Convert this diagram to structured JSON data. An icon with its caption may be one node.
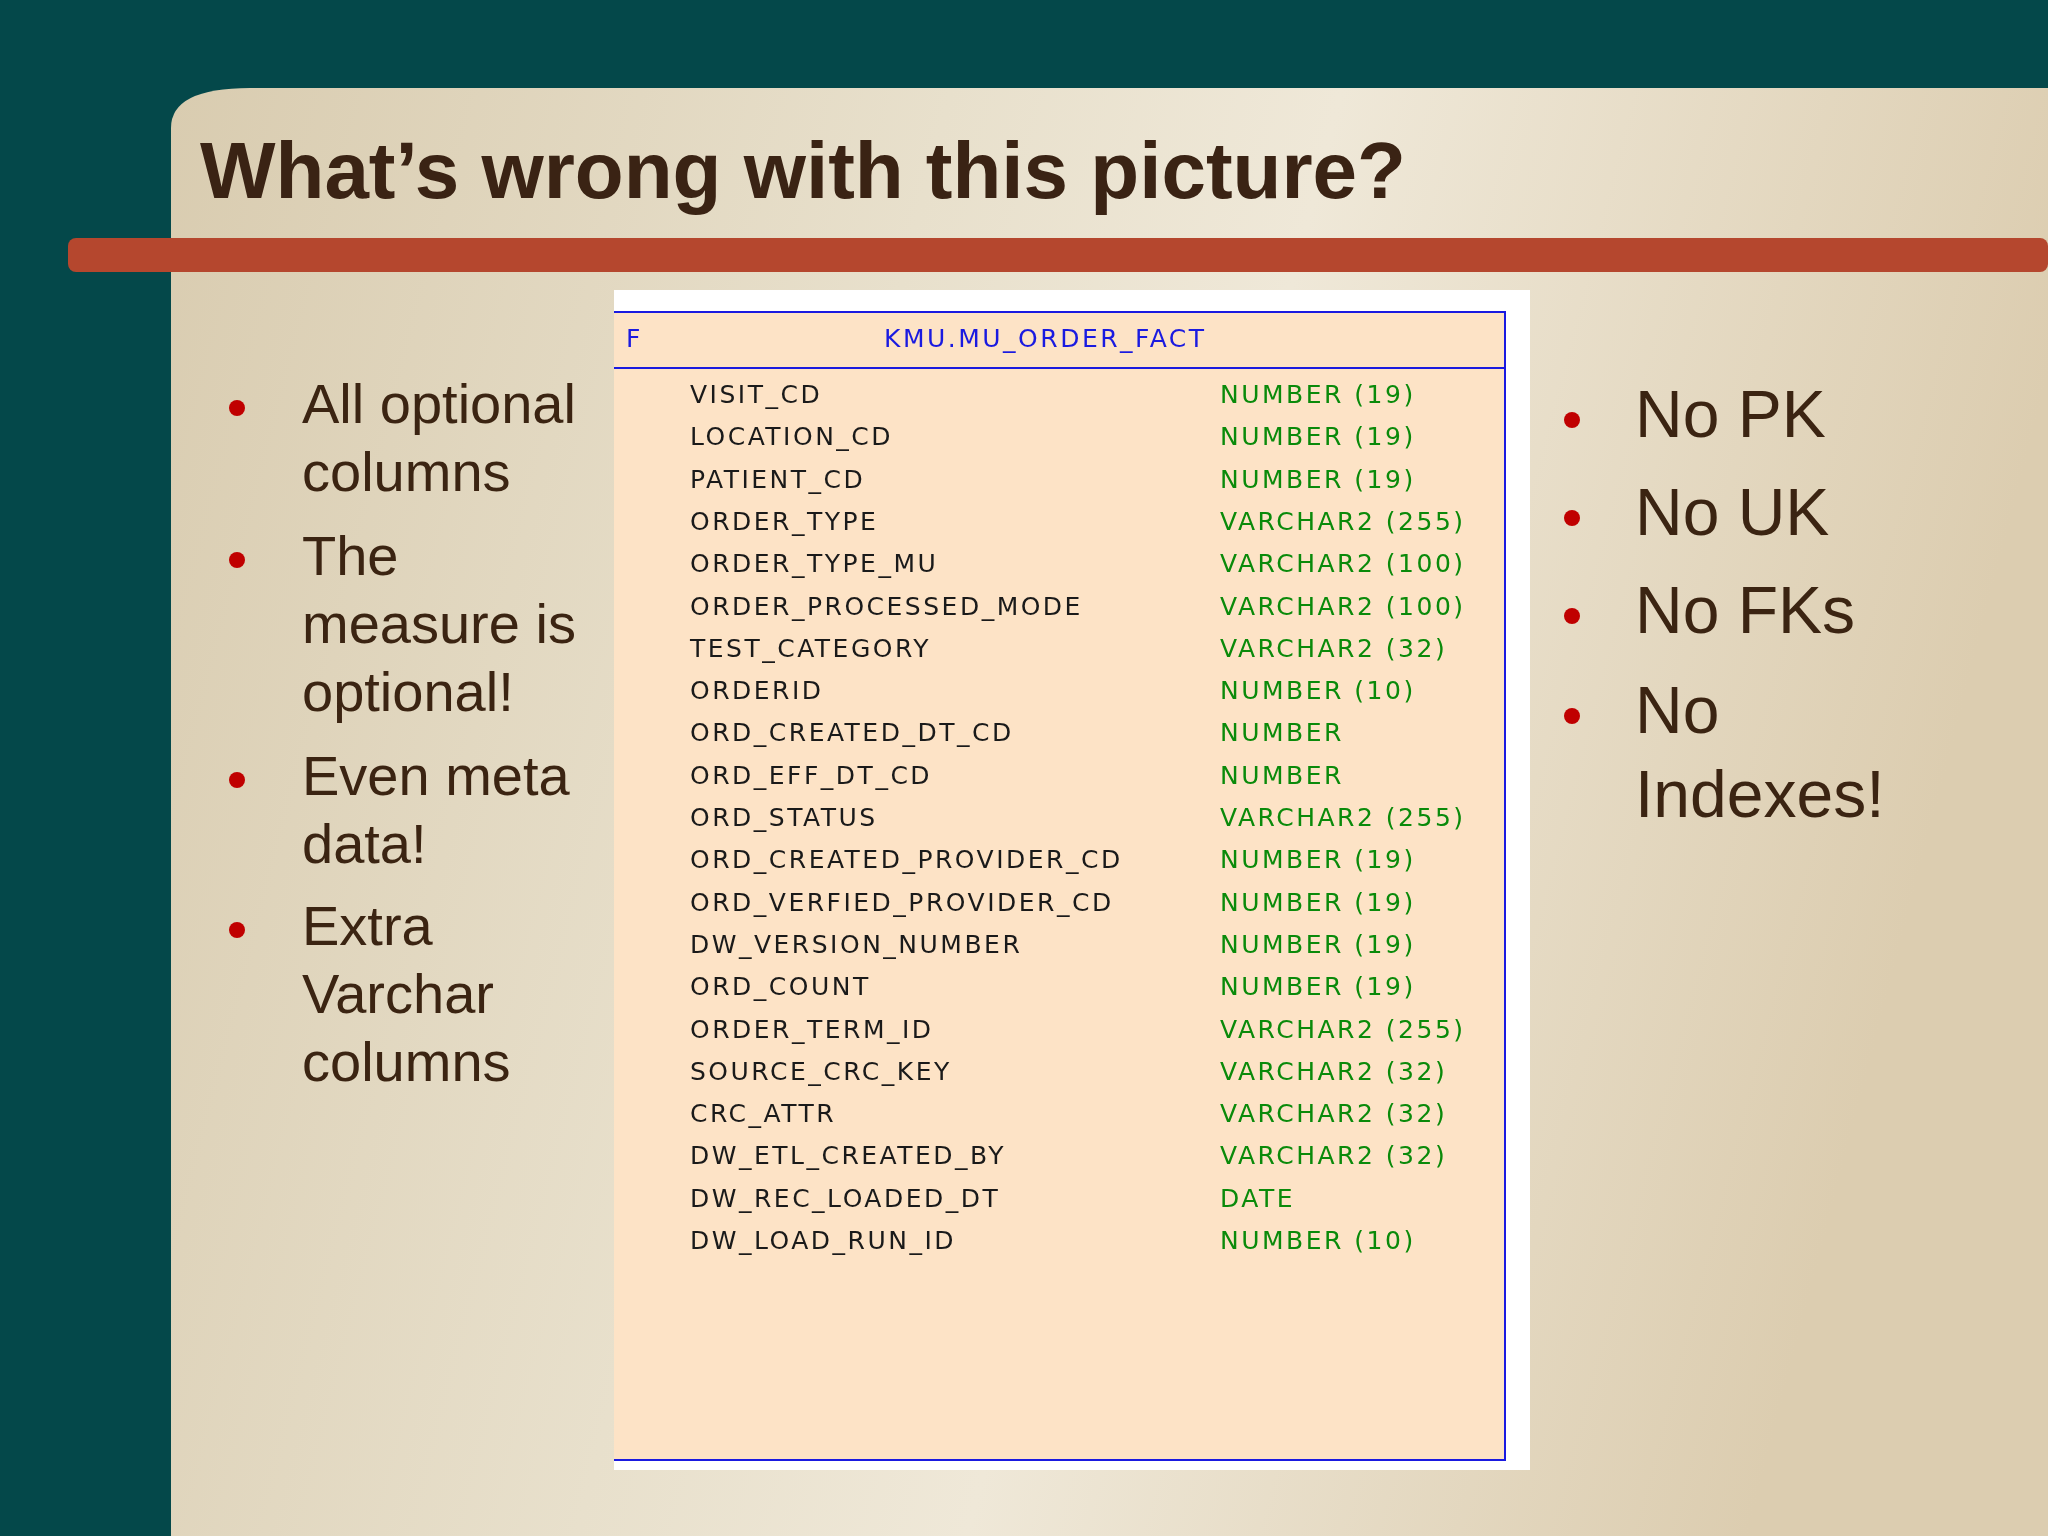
{
  "diagram": {
    "title": "What’s wrong with this picture?",
    "nodes": [
      {
        "text": [
          "F",
          "KMU.MU_ORDER_FACT"
        ]
      }
    ],
    "labels": [
      "All optional columns",
      "The measure is optional!",
      "Even meta data!",
      "Extra Varchar columns",
      "VISIT_CD",
      "NUMBER (19)",
      "LOCATION_CD",
      "NUMBER (19)",
      "PATIENT_CD",
      "NUMBER (19)",
      "ORDER_TYPE",
      "VARCHAR2 (255)",
      "ORDER_TYPE_MU",
      "VARCHAR2 (100)",
      "ORDER_PROCESSED_MODE",
      "VARCHAR2 (100)",
      "TEST_CATEGORY",
      "VARCHAR2 (32)",
      "ORDERID",
      "NUMBER (10)",
      "ORD_CREATED_DT_CD",
      "NUMBER",
      "ORD_EFF_DT_CD",
      "NUMBER",
      "ORD_STATUS",
      "VARCHAR2 (255)",
      "ORD_CREATED_PROVIDER_CD",
      "NUMBER (19)",
      "ORD_VERFIED_PROVIDER_CD",
      "NUMBER (19)",
      "DW_VERSION_NUMBER",
      "NUMBER (19)",
      "ORD_COUNT",
      "NUMBER (19)",
      "ORDER_TERM_ID",
      "VARCHAR2 (255)",
      "SOURCE_CRC_KEY",
      "VARCHAR2 (32)",
      "CRC_ATTR",
      "VARCHAR2 (32)",
      "DW_ETL_CREATED_BY",
      "VARCHAR2 (32)",
      "DW_REC_LOADED_DT",
      "DATE",
      "DW_LOAD_RUN_ID",
      "NUMBER (10)",
      "No PK",
      "No UK",
      "No FKs",
      "No Indexes!"
    ]
  }
}
